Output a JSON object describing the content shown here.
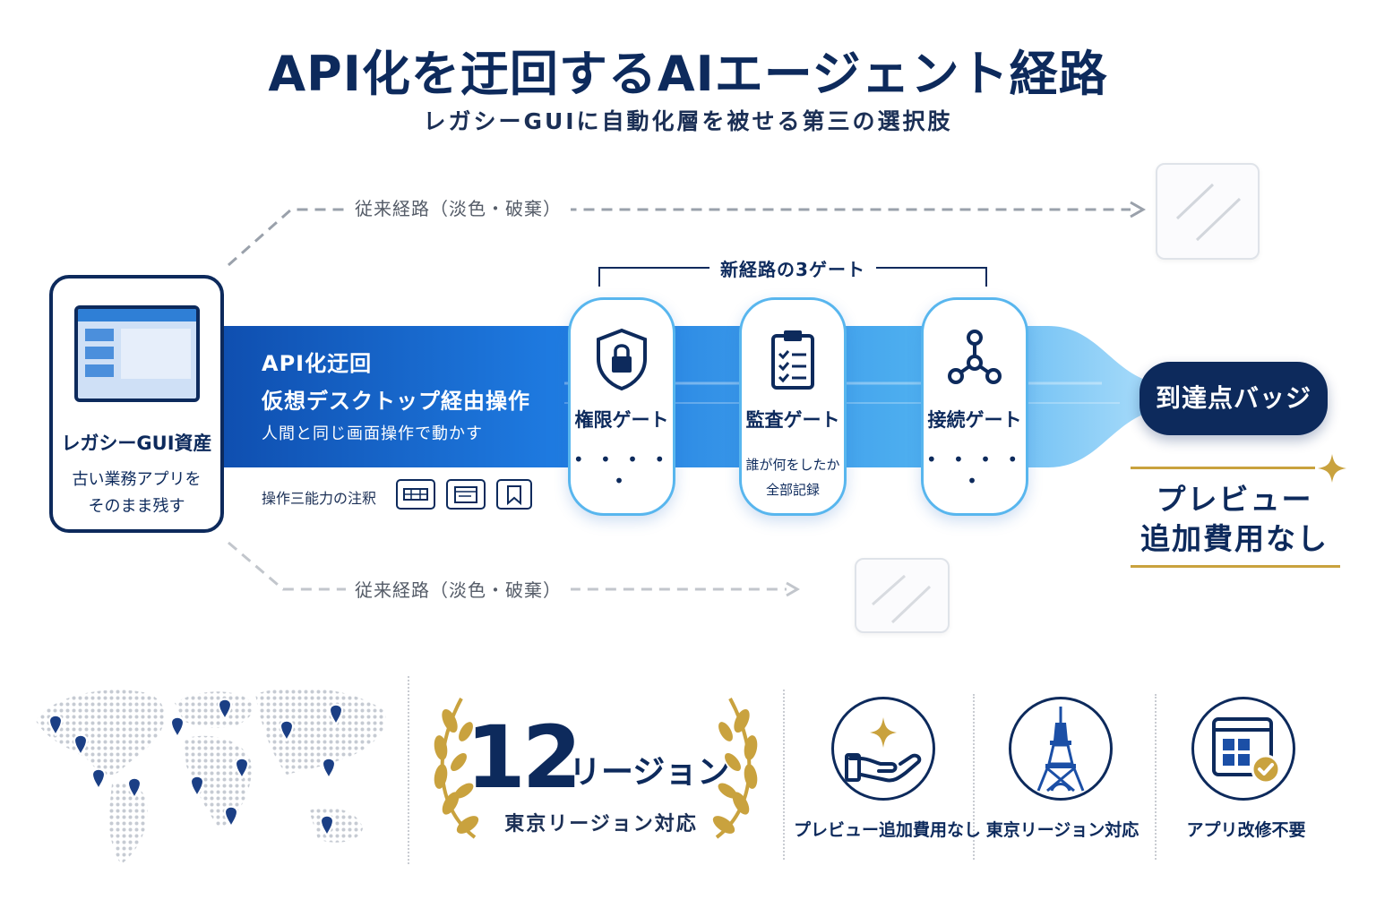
{
  "title": "API化を迂回するAIエージェント経路",
  "subtitle": "レガシーGUIに自動化層を被せる第三の選択肢",
  "routes": {
    "top_label": "従来経路（淡色・破棄）",
    "bottom_label": "従来経路（淡色・破棄）"
  },
  "legacy": {
    "title": "レガシーGUI資産",
    "desc_line1": "古い業務アプリを",
    "desc_line2": "そのまま残す"
  },
  "band": {
    "title_line1": "API化迂回",
    "title_line2": "仮想デスクトップ経由操作",
    "desc": "人間と同じ画面操作で動かす",
    "annotation_label": "操作三能力の注釈"
  },
  "gates": {
    "header": "新経路の3ゲート",
    "items": [
      {
        "label": "権限ゲート",
        "icon": "shield-lock-icon",
        "dots": "• • • • •"
      },
      {
        "label": "監査ゲート",
        "icon": "clipboard-checklist-icon",
        "note_line1": "誰が何をしたか",
        "note_line2": "全部記録"
      },
      {
        "label": "接続ゲート",
        "icon": "network-nodes-icon",
        "dots": "• • • • •"
      }
    ]
  },
  "destination": {
    "badge": "到達点バッジ",
    "preview_line1": "プレビュー",
    "preview_line2": "追加費用なし"
  },
  "regions": {
    "number": "12",
    "unit": "リージョン",
    "sub": "東京リージョン対応"
  },
  "features": [
    {
      "label": "プレビュー追加費用なし",
      "icon": "hand-sparkle-icon"
    },
    {
      "label": "東京リージョン対応",
      "icon": "tokyo-tower-icon"
    },
    {
      "label": "アプリ改修不要",
      "icon": "app-window-check-icon"
    }
  ],
  "colors": {
    "navy": "#0d2a5c",
    "band_blue": "#1c6fd4",
    "light_blue": "#58b6ee",
    "gold": "#c9a23e"
  }
}
